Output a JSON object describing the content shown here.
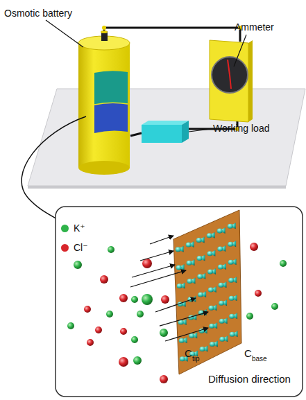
{
  "diagram": {
    "labels": [
      "Osmotic battery",
      "Ammeter",
      "Working load",
      "C",
      "tip",
      "C",
      "base",
      "Diffusion direction"
    ],
    "legend": [
      {
        "text": "K⁺",
        "color": "#2fb34a"
      },
      {
        "text": "Cl⁻",
        "color": "#d8262b"
      }
    ]
  }
}
